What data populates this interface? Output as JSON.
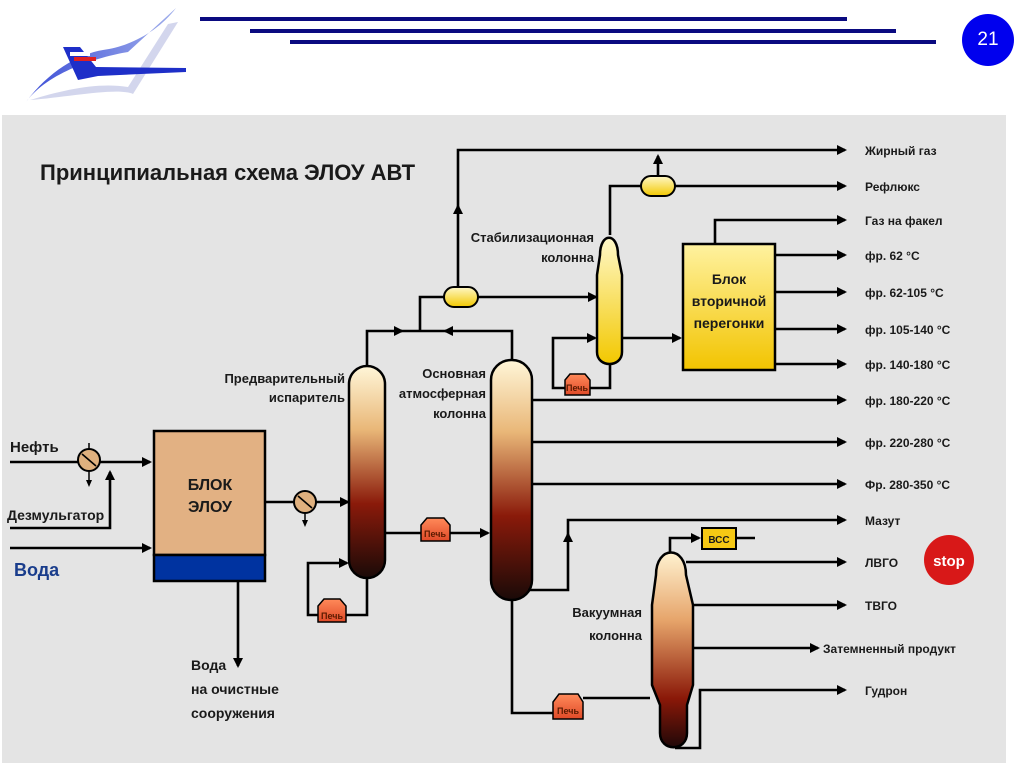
{
  "header": {
    "page_number": "21",
    "colors": {
      "lines": "#0a0a80",
      "badge": "#0000ee"
    }
  },
  "diagram": {
    "title": "Принципиальная схема ЭЛОУ АВТ",
    "inputs": {
      "oil": "Нефть",
      "demulsifier": "Дезмульгатор",
      "water": "Вода"
    },
    "elou_block": {
      "line1": "БЛОК",
      "line2": "ЭЛОУ"
    },
    "water_out": {
      "line1": "Вода",
      "line2": "на очистные",
      "line3": "сооружения"
    },
    "pre_evaporator": {
      "line1": "Предварительный",
      "line2": "испаритель"
    },
    "atm_column": {
      "line1": "Основная",
      "line2": "атмосферная",
      "line3": "колонна"
    },
    "stab_column": {
      "line1": "Стабилизационная",
      "line2": "колонна"
    },
    "secondary_block": {
      "line1": "Блок",
      "line2": "вторичной",
      "line3": "перегонки"
    },
    "vacuum_column": {
      "line1": "Вакуумная",
      "line2": "колонна"
    },
    "furnace_label": "Печь",
    "vss_label": "ВСС",
    "stop_label": "stop",
    "outputs": [
      "Жирный газ",
      "Рефлюкс",
      "Газ на факел",
      "фр. 62 °С",
      "фр. 62-105 °С",
      "фр. 105-140 °С",
      "фр. 140-180 °С",
      "фр. 180-220 °С",
      "фр. 220-280 °С",
      "Фр. 280-350 °С",
      "Мазут",
      "ЛВГО",
      "ТВГО",
      "Затемненный продукт",
      "Гудрон"
    ],
    "colors": {
      "panel": "#e4e4e4",
      "elou_fill": "#e2b183",
      "water_layer": "#0033a0",
      "yellow": "#f5d21c",
      "furnace": "#e8603a",
      "stop": "#d81818",
      "water_text": "#1a3d8c"
    }
  }
}
